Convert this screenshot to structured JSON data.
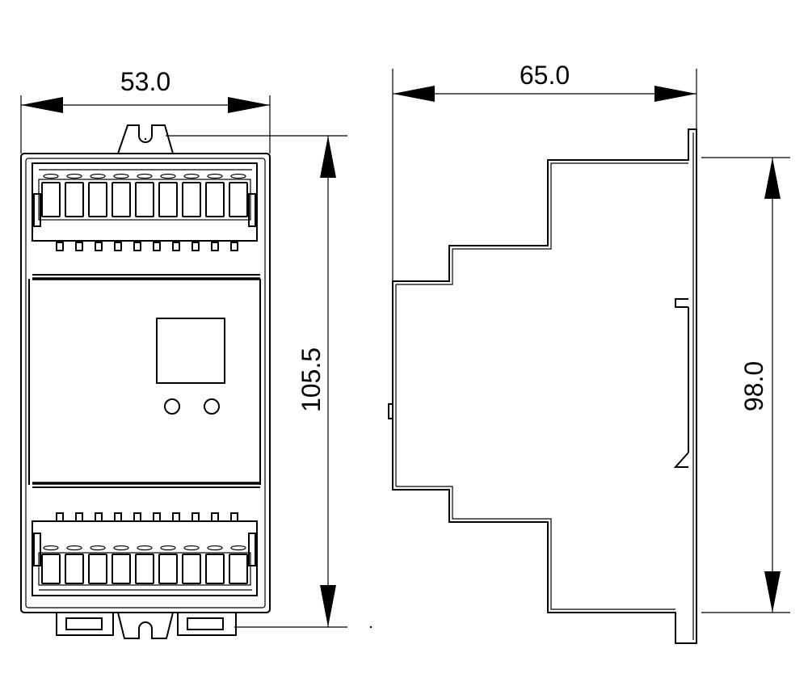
{
  "dimensions": {
    "front_width": "53.0",
    "front_height": "105.5",
    "side_depth": "65.0",
    "side_height": "98.0"
  },
  "front_view": {
    "terminal_count_top": 9,
    "terminal_count_bottom": 9,
    "indicator_leds": 2
  },
  "colors": {
    "line": "#000000",
    "background": "#ffffff"
  }
}
